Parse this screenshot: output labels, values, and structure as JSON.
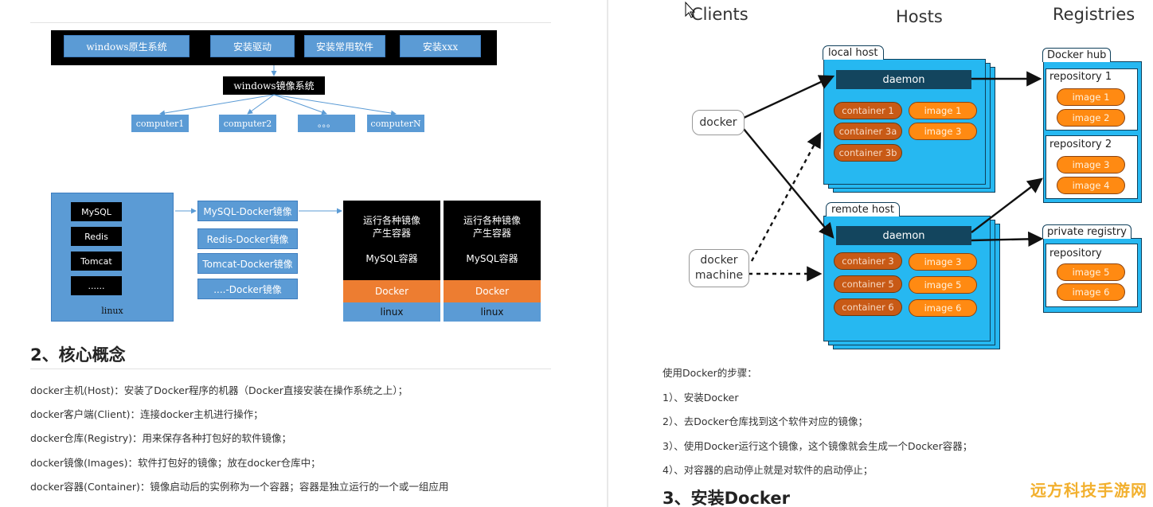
{
  "left": {
    "diagram1": {
      "top_boxes": [
        "windows原生系统",
        "安装驱动",
        "安装常用软件",
        "安装xxx"
      ],
      "image_box": "windows镜像系统",
      "computers": [
        "computer1",
        "computer2",
        "。。。",
        "computerN"
      ]
    },
    "diagram2": {
      "software": [
        "MySQL",
        "Redis",
        "Tomcat",
        "......"
      ],
      "os_label": "linux",
      "images": [
        "MySQL-Docker镜像",
        "Redis-Docker镜像",
        "Tomcat-Docker镜像",
        "....-Docker镜像"
      ],
      "stacks": [
        {
          "line1": "运行各种镜像",
          "line2": "产生容器",
          "container": "MySQL容器",
          "docker": "Docker",
          "os": "linux"
        },
        {
          "line1": "运行各种镜像",
          "line2": "产生容器",
          "container": "MySQL容器",
          "docker": "Docker",
          "os": "linux"
        }
      ]
    },
    "section2": {
      "heading": "2、核心概念",
      "paragraphs": [
        "docker主机(Host)：安装了Docker程序的机器（Docker直接安装在操作系统之上）；",
        "docker客户端(Client)：连接docker主机进行操作；",
        "docker仓库(Registry)：用来保存各种打包好的软件镜像；",
        "docker镜像(Images)：软件打包好的镜像；放在docker仓库中；",
        "docker容器(Container)：镜像启动后的实例称为一个容器；容器是独立运行的一个或一组应用"
      ]
    }
  },
  "right": {
    "diagram": {
      "col_titles": {
        "clients": "Clients",
        "hosts": "Hosts",
        "registries": "Registries"
      },
      "clients": {
        "docker": "docker",
        "machine_line1": "docker",
        "machine_line2": "machine"
      },
      "local_host": {
        "tab": "local host",
        "daemon": "daemon",
        "containers": [
          "container 1",
          "container 3a",
          "container 3b"
        ],
        "images": [
          "image 1",
          "image 3"
        ]
      },
      "remote_host": {
        "tab": "remote host",
        "daemon": "daemon",
        "containers": [
          "container 3",
          "container 5",
          "container 6"
        ],
        "images": [
          "image 3",
          "image 5",
          "image 6"
        ]
      },
      "docker_hub": {
        "tab": "Docker hub",
        "repos": [
          {
            "label": "repository 1",
            "images": [
              "image 1",
              "image 2"
            ]
          },
          {
            "label": "repository 2",
            "images": [
              "image 3",
              "image 4"
            ]
          }
        ]
      },
      "private_registry": {
        "tab": "private registry",
        "repo_label": "repository",
        "images": [
          "image 5",
          "image 6"
        ]
      }
    },
    "steps": {
      "intro": "使用Docker的步骤：",
      "items": [
        "1）、安装Docker",
        "2）、去Docker仓库找到这个软件对应的镜像；",
        "3）、使用Docker运行这个镜像，这个镜像就会生成一个Docker容器；",
        "4）、对容器的启动停止就是对软件的启动停止；"
      ]
    },
    "section3_heading": "3、安装Docker"
  },
  "watermark": "远方科技手游网"
}
